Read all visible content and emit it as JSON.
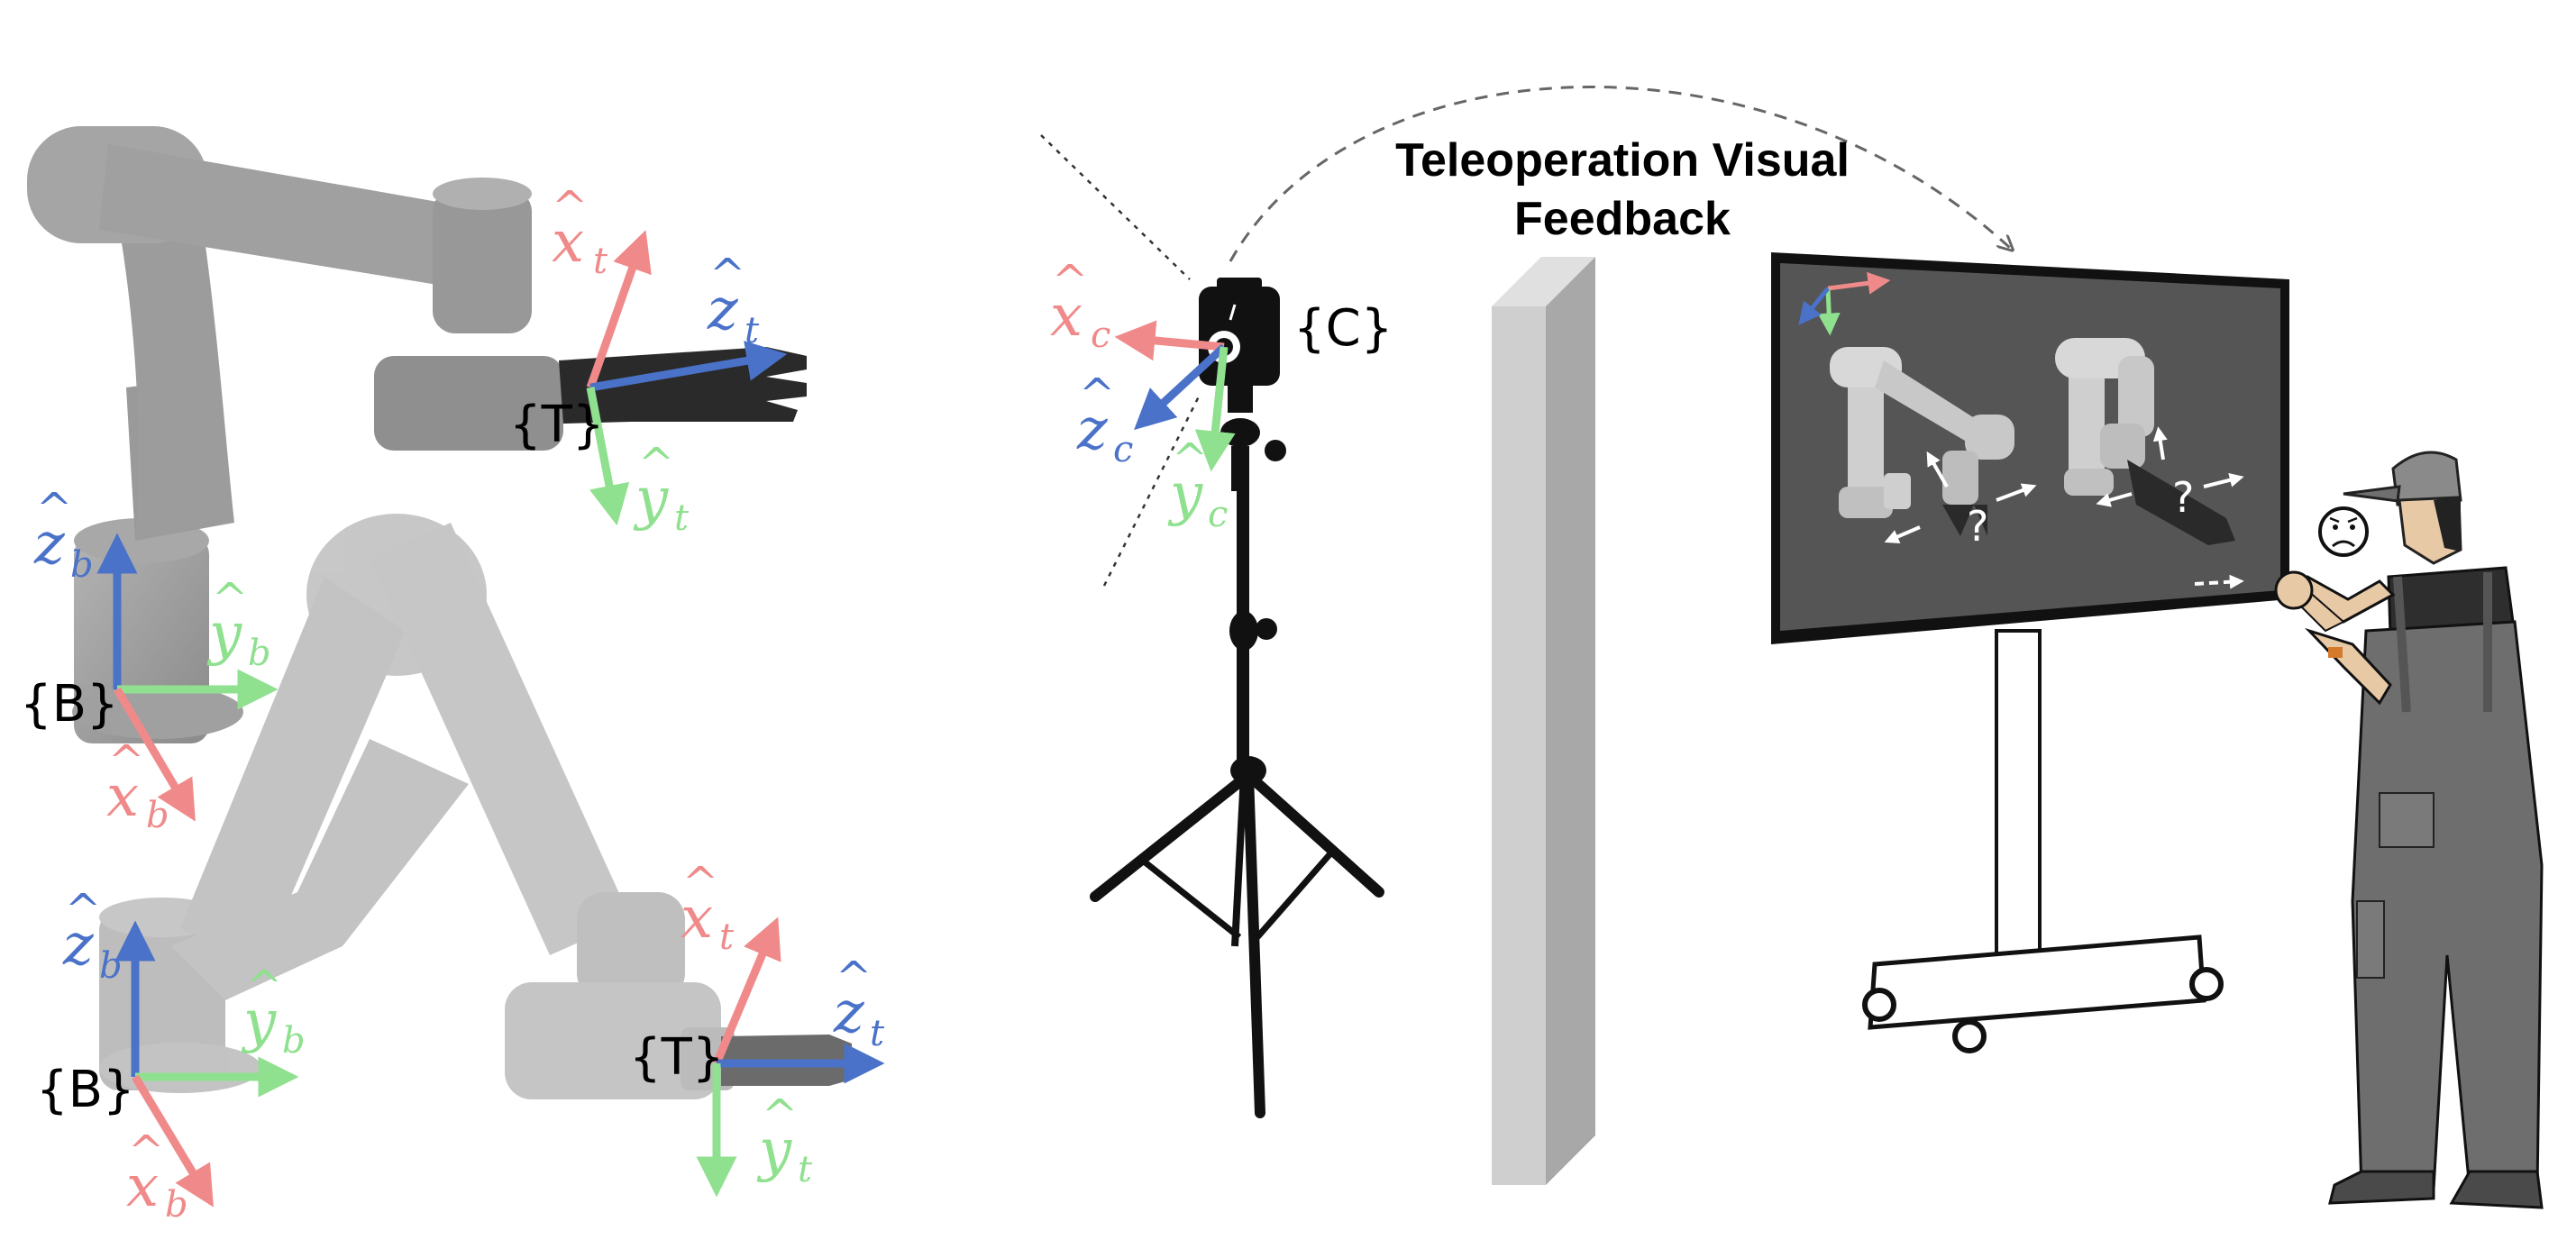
{
  "title": {
    "line1": "Teleoperation Visual",
    "line2": "Feedback"
  },
  "frames": {
    "base": "{B}",
    "tool": "{T}",
    "camera": "{C}"
  },
  "axes": {
    "x": "x",
    "y": "y",
    "z": "z",
    "hat": "^",
    "sub_t": "t",
    "sub_b": "b",
    "sub_c": "c"
  },
  "screen_question": "?",
  "colors": {
    "x_axis": "#f08a8a",
    "y_axis": "#8fe08f",
    "z_axis": "#4a72c8",
    "robot": "#9a9a9a",
    "robot_shadow": "#7f7f7f",
    "gripper": "#2a2a2a",
    "wall_front": "#cfcfcf",
    "wall_side": "#a8a8a8",
    "screen": "#555555",
    "screen_frame": "#111111"
  },
  "icons": {
    "operator_face": "worried-face-icon",
    "feedback_arrow": "dashed-curved-arrow-icon"
  }
}
